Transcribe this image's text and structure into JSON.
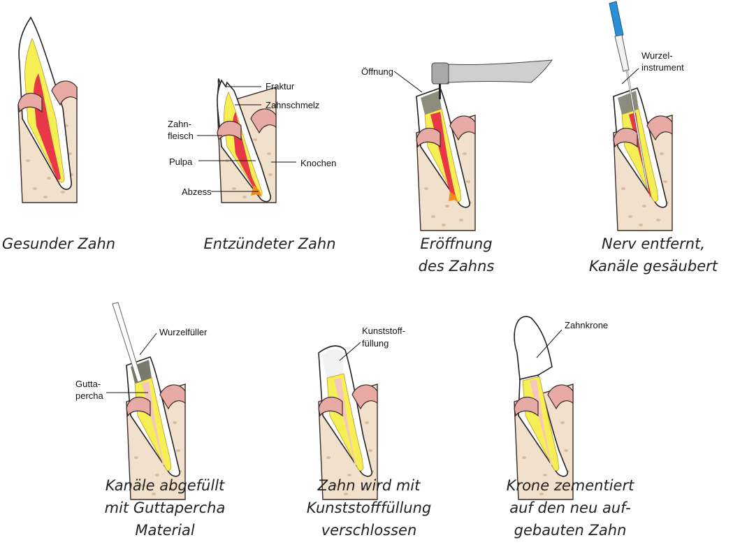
{
  "steps": [
    {
      "caption": [
        "Gesunder Zahn"
      ]
    },
    {
      "caption": [
        "Entzündeter Zahn"
      ]
    },
    {
      "caption": [
        "Eröffnung",
        "des Zahns"
      ]
    },
    {
      "caption": [
        "Nerv entfernt,",
        "Kanäle gesäubert"
      ]
    },
    {
      "caption": [
        "Kanäle abgefüllt",
        "mit Guttapercha",
        "Material"
      ]
    },
    {
      "caption": [
        "Zahn wird mit",
        "Kunststofffüllung",
        "verschlossen"
      ]
    },
    {
      "caption": [
        "Krone zementiert",
        "auf den neu auf-",
        "gebauten Zahn"
      ]
    }
  ],
  "labels": {
    "fraktur": "Fraktur",
    "zahnschmelz": "Zahnschmelz",
    "zahnfleisch": [
      "Zahn-",
      "fleisch"
    ],
    "pulpa": "Pulpa",
    "knochen": "Knochen",
    "abzess": "Abzess",
    "oeffnung": "Öffnung",
    "wurzelinstrument": [
      "Wurzel-",
      "instrument"
    ],
    "wurzelfueller": "Wurzelfüller",
    "guttapercha": [
      "Gutta-",
      "percha"
    ],
    "kunststofffuellung": [
      "Kunststoff-",
      "füllung"
    ],
    "zahnkrone": "Zahnkrone"
  }
}
